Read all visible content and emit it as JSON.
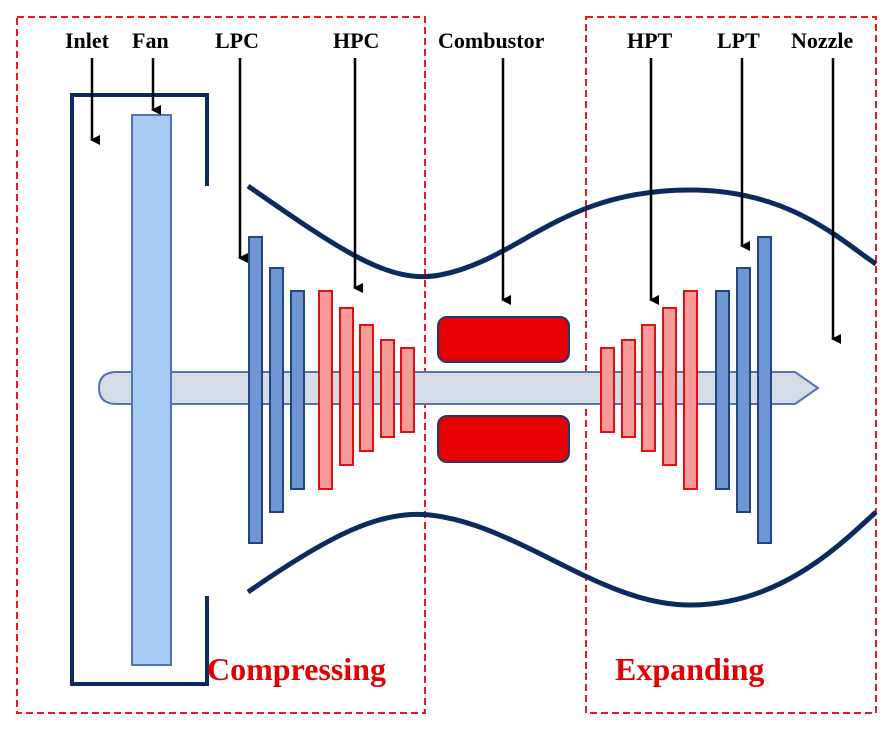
{
  "labels": {
    "inlet": "Inlet",
    "fan": "Fan",
    "lpc": "LPC",
    "hpc": "HPC",
    "combustor": "Combustor",
    "hpt": "HPT",
    "lpt": "LPT",
    "nozzle": "Nozzle"
  },
  "sections": {
    "compressing": "Compressing",
    "expanding": "Expanding"
  },
  "colors": {
    "outline": "#0b2a5e",
    "fan_fill": "#a8cbf5",
    "fan_stroke": "#4f74b0",
    "low_pressure_fill": "#6f96d2",
    "low_pressure_stroke": "#1f4680",
    "high_pressure_fill": "#f79a9a",
    "high_pressure_stroke": "#e01010",
    "combustor_fill": "#e60000",
    "combustor_stroke": "#1f3b66",
    "shaft_fill": "#d6dce6",
    "shaft_stroke": "#4f74b0",
    "section_box": "#e02020",
    "section_text": "#e00000",
    "arrow": "#000000"
  }
}
